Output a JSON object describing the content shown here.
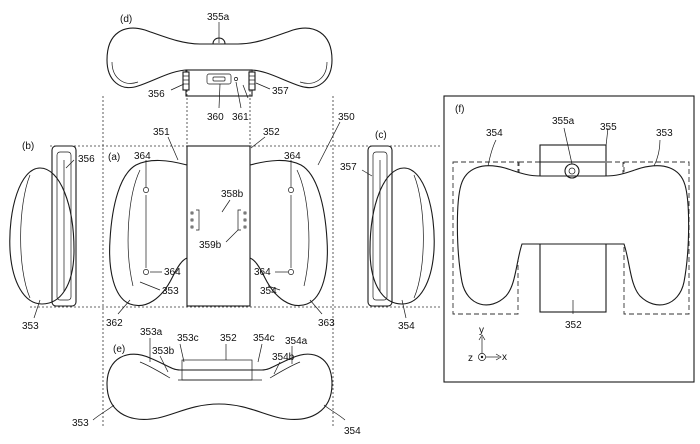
{
  "views": {
    "a": "(a)",
    "b": "(b)",
    "c": "(c)",
    "d": "(d)",
    "e": "(e)",
    "f": "(f)"
  },
  "labels": {
    "l350": "350",
    "l351": "351",
    "l352": "352",
    "l353": "353",
    "l353a": "353a",
    "l353b": "353b",
    "l353c": "353c",
    "l354": "354",
    "l354a": "354a",
    "l354b": "354b",
    "l354c": "354c",
    "l355": "355",
    "l355a": "355a",
    "l356": "356",
    "l357": "357",
    "l358b": "358b",
    "l359b": "359b",
    "l360": "360",
    "l361": "361",
    "l362": "362",
    "l363": "363",
    "l364": "364"
  },
  "axes": {
    "y": "y",
    "x": "x",
    "z": "z"
  }
}
